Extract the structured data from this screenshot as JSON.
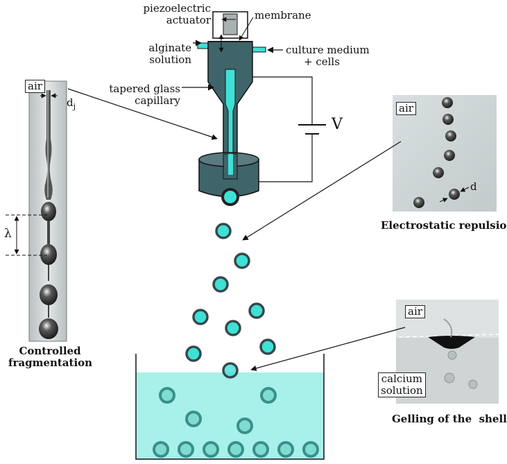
{
  "labels": {
    "piezo_line1": "piezoelectric",
    "piezo_line2": "actuator",
    "membrane": "membrane",
    "alginate_line1": "alginate",
    "alginate_line2": "solution",
    "culture_line1": "culture medium",
    "culture_line2": "+ cells",
    "capillary_line1": "tapered glass",
    "capillary_line2": "capillary",
    "voltage": "V",
    "air_left": "air",
    "dj_main": "d",
    "dj_sub": "j",
    "lambda": "λ",
    "controlled_line1": "Controlled",
    "controlled_line2": "fragmentation",
    "air_right_top": "air",
    "d_label": "d",
    "electrostatic": "Electrostatic repulsion",
    "air_right_bottom": "air",
    "calcium_line1": "calcium",
    "calcium_line2": "solution",
    "gelling": "Gelling of the  shell"
  },
  "colors": {
    "device_fill": "#3f6469",
    "cyan": "#3fe0d6",
    "bath": "#a8f0ea",
    "drop_ring": "#37474a",
    "gel_ring": "#3a8f89"
  }
}
